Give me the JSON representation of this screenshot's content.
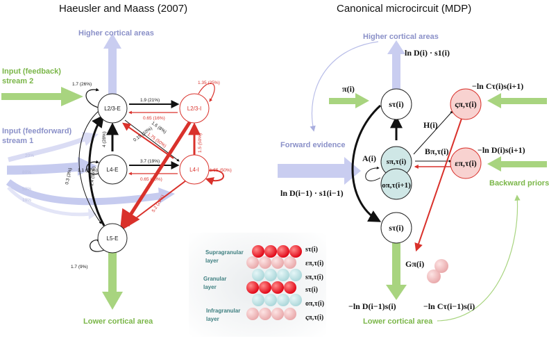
{
  "left": {
    "title": "Haeusler and Maass (2007)",
    "higher": "Higher cortical areas",
    "lower": "Lower cortical area",
    "input_fb_1": "Input (feedback)",
    "input_fb_2": "stream  2",
    "input_ff_1": "Input (feedforward)",
    "input_ff_2": "stream 1",
    "pct_20": "20%",
    "pct_80": "80%",
    "pct_50": "50%",
    "pct_10": "10%",
    "nodes": {
      "l23e": "L2/3-E",
      "l23i": "L2/3-I",
      "l4e": "L4-E",
      "l4i": "L4-I",
      "l5e": "L5-E"
    },
    "weights": {
      "w_l23e_self": "1.7 (26%)",
      "w_l23i_self": "1.35 (25%)",
      "w_e_to_i": "1.9 (21%)",
      "w_i_to_e": "0.65 (16%)",
      "w_l4e_to_l23e": "4 (28%)",
      "w_l4e_self": "1.1 (17%)",
      "w_l4e_to_l4i": "3.7 (19%)",
      "w_l4i_to_l4e": "0.65 (10%)",
      "w_l4i_self": "1.55 (50%)",
      "w_diag1": "1.6 (8%)",
      "w_diag2": "0.15 (10%)",
      "w_diag3": "1.75 (50%)",
      "w_l4i_to_l23i": "1.5 (50%)",
      "w_l23i_to_l5e": "5.2 (20%)",
      "w_l5e_to_l23e_a": "0.3 (3%)",
      "w_l5e_to_l23e_b": "1.4 (55%)",
      "w_l5e_self": "1.7 (9%)"
    }
  },
  "right": {
    "title": "Canonical microcircuit (MDP)",
    "higher": "Higher cortical areas",
    "lower": "Lower cortical area",
    "forward": "Forward evidence",
    "backward": "Backward priors",
    "math": {
      "top": "ln D(i) · s1(i)",
      "pi": "π(i)",
      "s_top": "sτ(i)",
      "s_mid": "sπ,τ(i)",
      "o_mid": "oπ,τ(i+1)",
      "s_bot": "sτ(i)",
      "zeta": "ςπ,τ(i)",
      "eps": "επ,τ(i)",
      "A": "A(i)",
      "H": "H(i)",
      "B": "Bπ,τ(i)",
      "G": "Gπ(i)",
      "lnC": "−ln Cτ(i)s(i+1)",
      "lnD_r": "−ln D(i)s(i+1)",
      "lnD_left": "ln D(i−1) · s1(i−1)",
      "bottom_a": "−ln D(i−1)s(i)",
      "bottom_b": "−ln Cτ(i−1)s(i)"
    },
    "colors": {
      "green": "#7ab648",
      "blue_label": "#8a90c8",
      "red": "#d9312b",
      "teal_fill": "#cfe7e6",
      "pink_fill": "#f8d2d0"
    }
  },
  "inset": {
    "supragranular_1": "Supragranular",
    "supragranular_2": "layer",
    "granular_1": "Granular",
    "granular_2": "layer",
    "infragranular_1": "Infragranular",
    "infragranular_2": "layer",
    "labels": [
      "sτ(i)",
      "επ,τ(i)",
      "sπ,τ(i)",
      "sτ(i)",
      "oπ,τ(i)",
      "ςπ,τ(i)"
    ]
  }
}
